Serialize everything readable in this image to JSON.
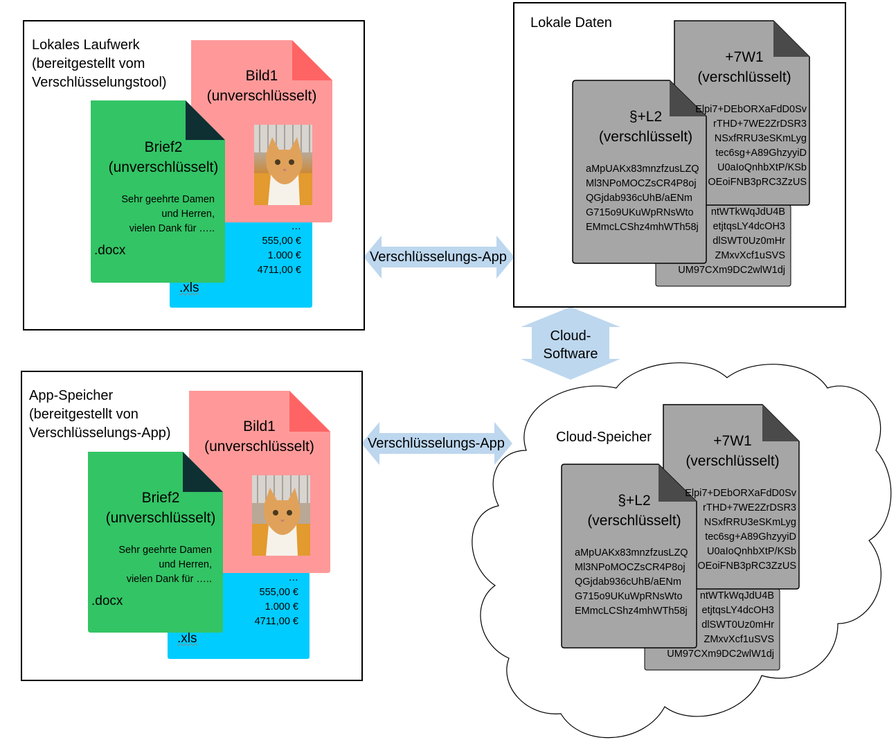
{
  "local_drive": {
    "label_line1": "Lokales Laufwerk",
    "label_line2": "(bereitgestellt vom",
    "label_line3": "Verschlüsselungstool)"
  },
  "app_storage": {
    "label_line1": "App-Speicher",
    "label_line2": "(bereitgestellt von",
    "label_line3": "Verschlüsselungs-App)"
  },
  "local_data": {
    "label": "Lokale Daten"
  },
  "cloud_storage": {
    "label": "Cloud-Speicher"
  },
  "arrows": {
    "encryption_app": "Verschlüsselungs-App",
    "cloud_software_line1": "Cloud-",
    "cloud_software_line2": "Software"
  },
  "files": {
    "image": {
      "name": "Bild1",
      "state": "(unverschlüsselt)"
    },
    "letter": {
      "name": "Brief2",
      "state": "(unverschlüsselt)",
      "line1": "Sehr geehrte Damen",
      "line2": "und Herren,",
      "line3": "vielen Dank für …..",
      "ext": ".docx"
    },
    "sheet": {
      "dots": "…",
      "v1": "555,00 €",
      "v2": "1.000 €",
      "v3": "4711,00 €",
      "ext": ".xls"
    }
  },
  "encrypted": {
    "file_a": {
      "name": "+7W1",
      "state": "(verschlüsselt)",
      "lines": [
        "Elpi7+DEbORXaFdD0Sv",
        "rTHD+7WE2ZrDSR3",
        "NSxfRRU3eSKmLyg",
        "tec6sg+A89GhzyyiD",
        "U0aIoQnhbXtP/KSb",
        "OEoiFNB3pRC3ZzUS"
      ]
    },
    "file_b": {
      "name": "§+L2",
      "state": "(verschlüsselt)",
      "lines": [
        "aMpUAKx83mnzfzusLZQ",
        "Ml3NPoMOCZsCR4P8oj",
        "QGjdab936cUhB/aENm",
        "G715o9UKuWpRNsWto",
        "EMmcLCShz4mhWTh58j"
      ]
    },
    "file_c": {
      "lines": [
        "ntWTkWqJdU4B",
        "etjtqsLY4dcOH3",
        "dlSWT0Uz0mHr",
        "ZMxvXcf1uSVS",
        "UM97CXm9DC2wlW1dj"
      ]
    }
  },
  "colors": {
    "green": "#33c465",
    "green_fold": "#0e3033",
    "pink": "#ff9999",
    "pink_fold": "#ff6464",
    "cyan": "#00ccff",
    "gray": "#a6a6a6",
    "gray_fold": "#4a4a4a",
    "arrow": "#bdd7ee"
  }
}
